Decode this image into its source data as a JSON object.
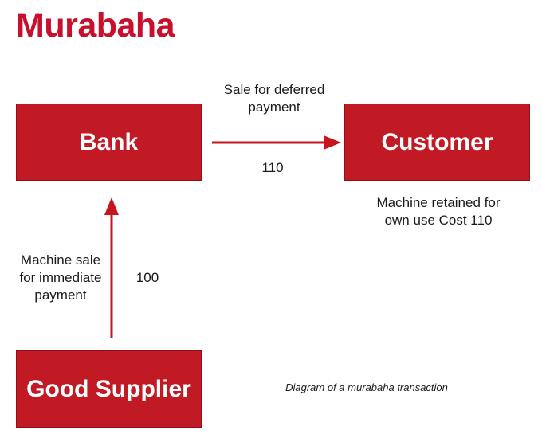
{
  "title": "Murabaha",
  "nodes": {
    "bank": "Bank",
    "customer": "Customer",
    "supplier": "Good Supplier"
  },
  "edges": {
    "bank_to_customer": {
      "label_lines": [
        "Sale for deferred",
        "payment"
      ],
      "amount": "110"
    },
    "supplier_to_bank": {
      "label_lines": [
        "Machine sale",
        "for immediate",
        "payment"
      ],
      "amount": "100"
    }
  },
  "customer_note_lines": [
    "Machine retained for",
    "own use Cost 110"
  ],
  "caption": "Diagram of a murabaha transaction",
  "colors": {
    "brand_red": "#c8102e",
    "box_red": "#c21a24",
    "arrow_red": "#c8141e",
    "text": "#1a1a1a",
    "box_text": "#ffffff"
  }
}
